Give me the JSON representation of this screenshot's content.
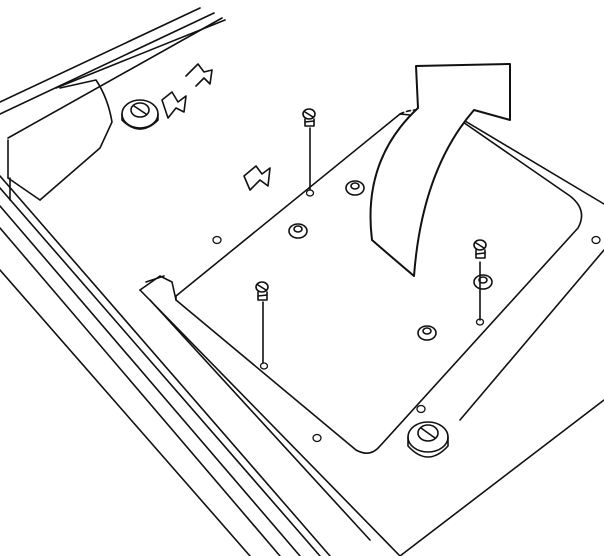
{
  "illustration": {
    "screws": [
      {
        "name": "screw-top-center"
      },
      {
        "name": "screw-left"
      },
      {
        "name": "screw-right"
      }
    ],
    "arrow": {
      "meaning": "lift-panel-direction"
    }
  }
}
